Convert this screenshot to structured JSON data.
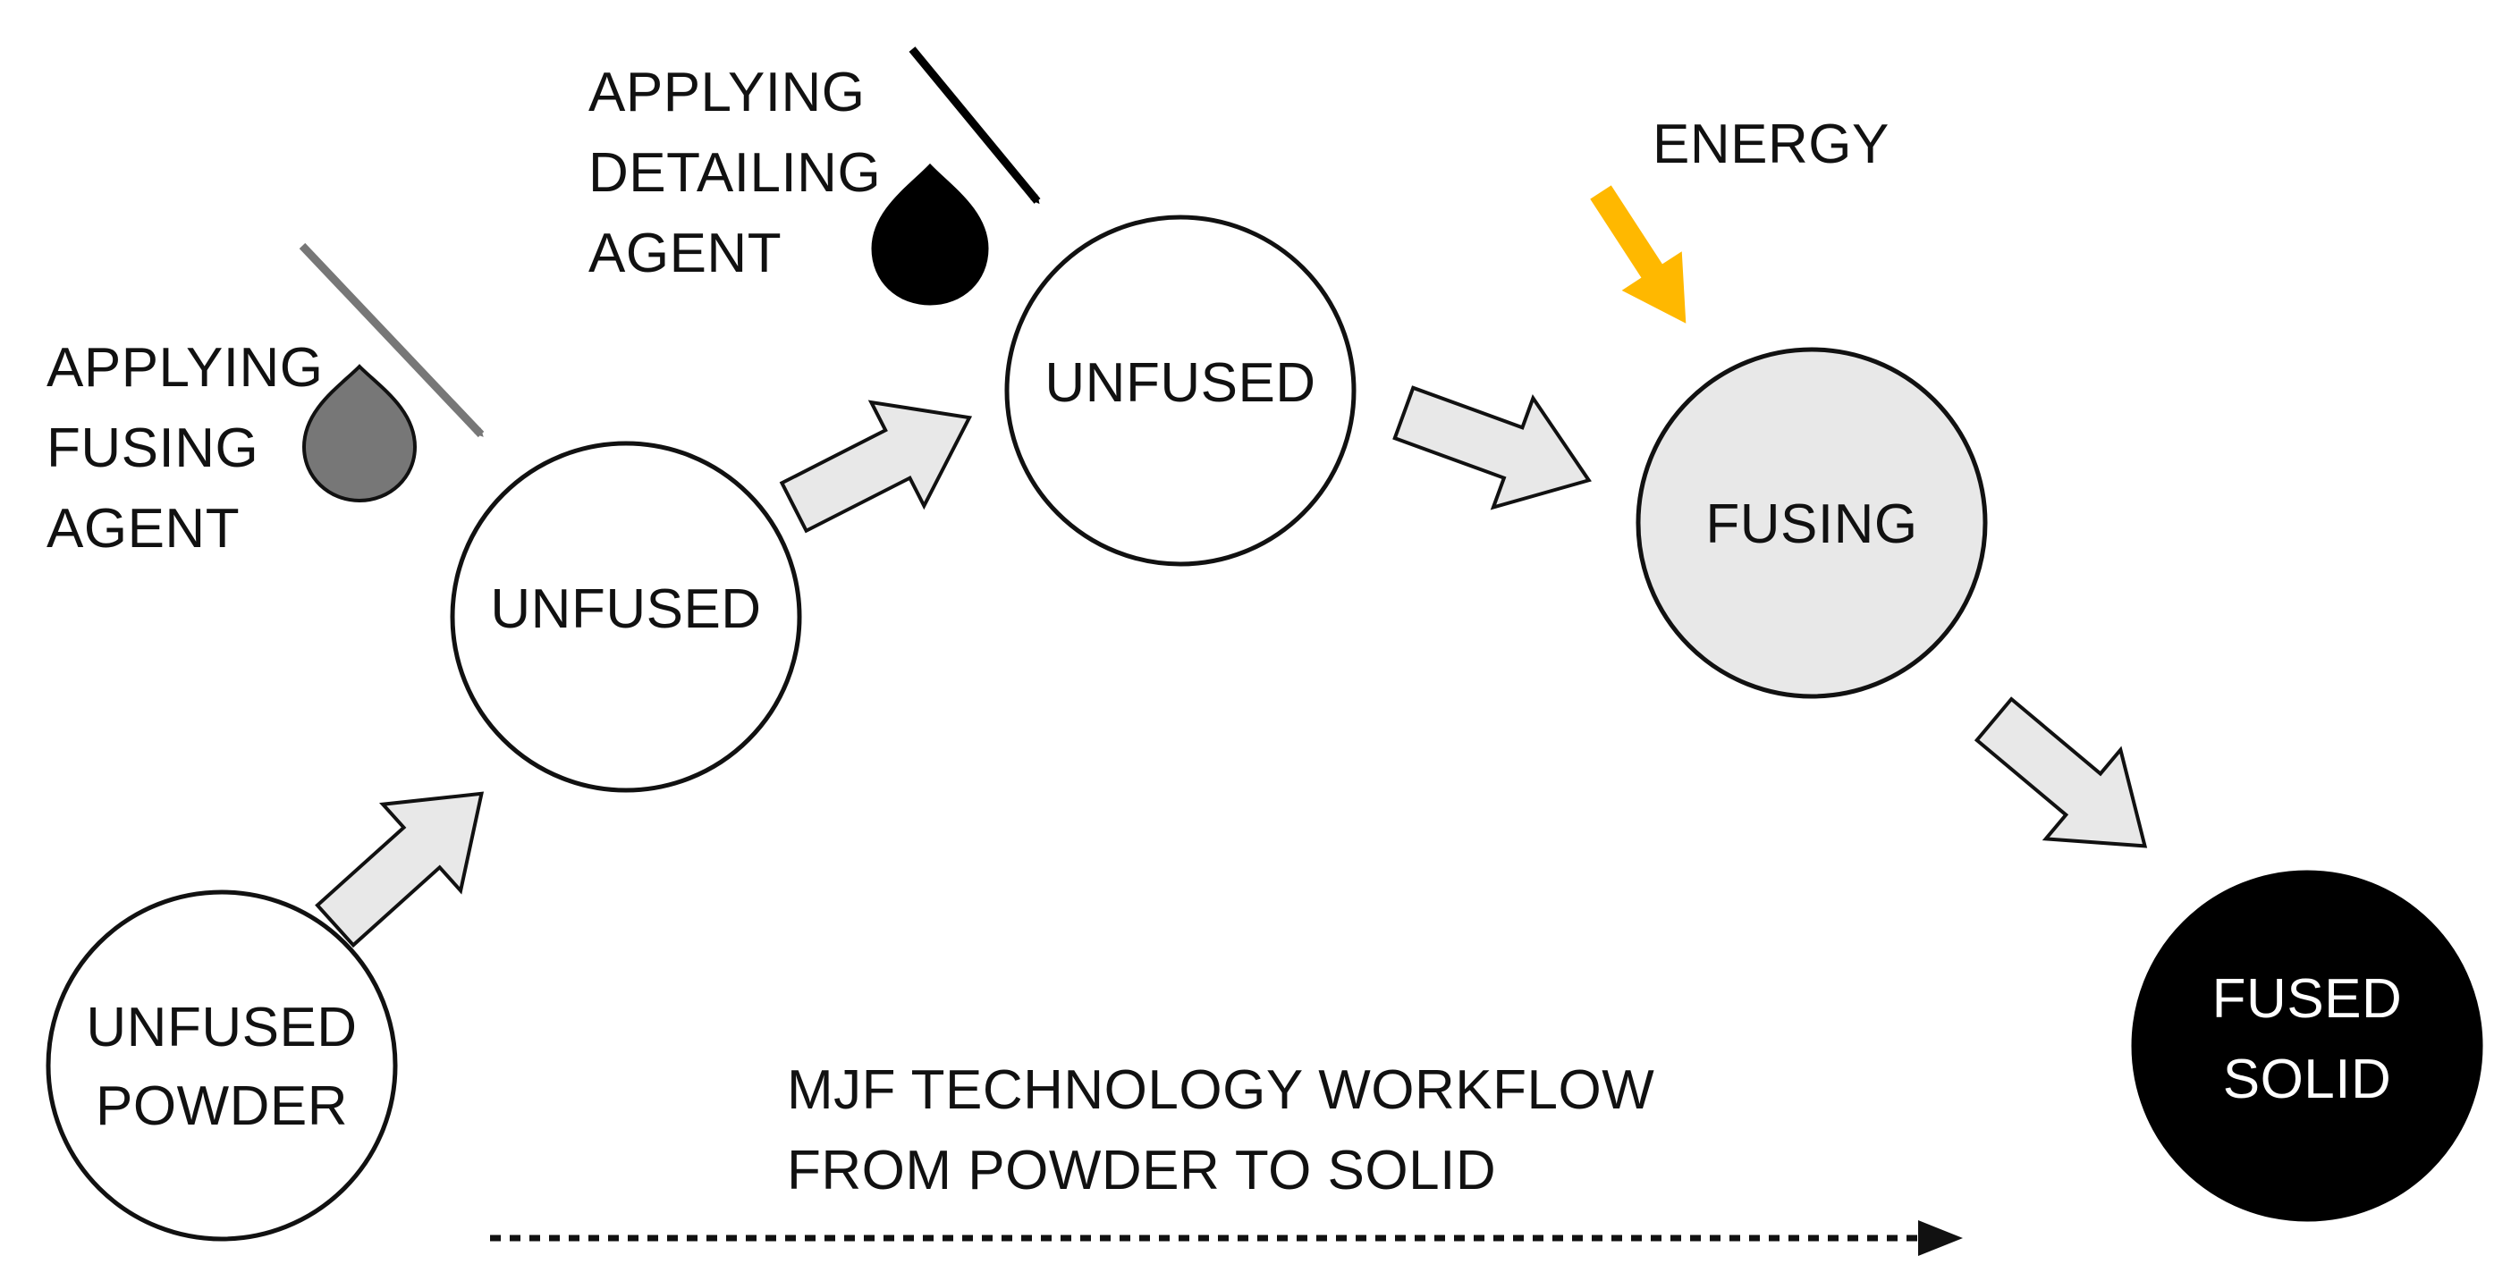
{
  "nodes": {
    "powder": {
      "line1": "UNFUSED",
      "line2": "POWDER"
    },
    "unfused_a": {
      "label": "UNFUSED"
    },
    "unfused_b": {
      "label": "UNFUSED"
    },
    "fusing": {
      "label": "FUSING"
    },
    "solid": {
      "line1": "FUSED",
      "line2": "SOLID"
    }
  },
  "annotations": {
    "fusing_agent": {
      "line1": "APPLYING",
      "line2": "FUSING",
      "line3": "AGENT"
    },
    "detailing_agent": {
      "line1": "APPLYING",
      "line2": "DETAILING",
      "line3": "AGENT"
    },
    "energy": {
      "label": "ENERGY"
    }
  },
  "caption": {
    "line1": "MJF TECHNOLOGY WORKFLOW",
    "line2": "FROM POWDER TO SOLID"
  },
  "colors": {
    "fusing_agent": "#777777",
    "detailing_agent": "#000000",
    "energy": "#FFB800",
    "fusing_fill": "#e8e8e8",
    "arrow_fill": "#e8e8e8",
    "solid_fill": "#000000"
  }
}
